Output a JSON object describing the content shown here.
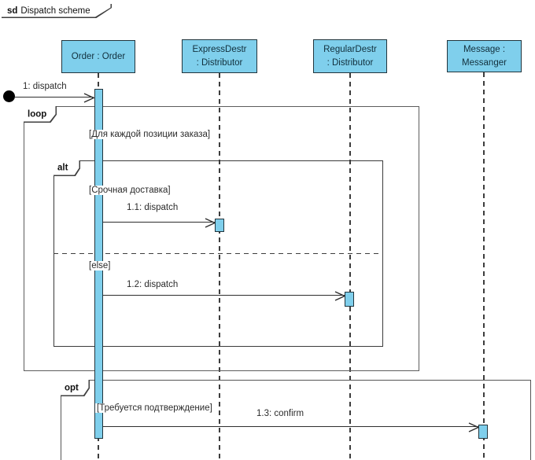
{
  "frame": {
    "keyword": "sd",
    "title": "Dispatch scheme"
  },
  "lifelines": [
    {
      "id": "order",
      "line1": "Order : Order",
      "line2": ""
    },
    {
      "id": "express",
      "line1": "ExpressDestr",
      "line2": ": Distributor"
    },
    {
      "id": "regular",
      "line1": "RegularDestr",
      "line2": ": Distributor"
    },
    {
      "id": "messanger",
      "line1": "Message :",
      "line2": "Messanger"
    }
  ],
  "fragments": {
    "loop": {
      "operator": "loop",
      "guard": "[Для каждой позиции заказа]"
    },
    "alt": {
      "operator": "alt",
      "guard1": "[Срочная доставка]",
      "guard2": "[else]"
    },
    "opt": {
      "operator": "opt",
      "guard": "[Требуется подтверждение]"
    }
  },
  "messages": [
    {
      "id": "1",
      "label": "1: dispatch"
    },
    {
      "id": "1.1",
      "label": "1.1: dispatch"
    },
    {
      "id": "1.2",
      "label": "1.2: dispatch"
    },
    {
      "id": "1.3",
      "label": "1.3: confirm"
    }
  ],
  "colors": {
    "shape_fill": "#7fcfec",
    "shape_border": "#22353d",
    "frame_border": "#565656",
    "text": "#2b2b2b"
  }
}
